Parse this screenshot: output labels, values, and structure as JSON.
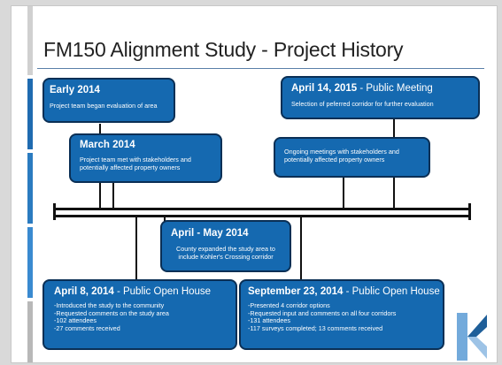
{
  "title": "FM150 Alignment Study - Project History",
  "colors": {
    "box_fill": "#1569b0",
    "box_border": "#0a2f55",
    "accent_bars": [
      "#1f6bb0",
      "#2b7bc0",
      "#3a8ad0",
      "#b0b0b0"
    ]
  },
  "boxes": {
    "early2014": {
      "heading": "Early 2014",
      "suffix": "",
      "lines": [
        "Project team began evaluation of area"
      ]
    },
    "apr2015": {
      "heading": "April 14, 2015",
      "suffix": " - Public Meeting",
      "lines": [
        "Selection of peferred corridor for further evaluation"
      ]
    },
    "mar2014": {
      "heading": "March 2014",
      "suffix": "",
      "lines": [
        "Project team met with stakeholders and",
        "potentially affected property owners"
      ]
    },
    "ongoing": {
      "heading": "",
      "suffix": "",
      "lines": [
        "Ongoing meetings with stakeholders and",
        "potentially affected property owners"
      ]
    },
    "aprmay2014": {
      "heading": "April - May 2014",
      "suffix": "",
      "lines": [
        "County expanded the study area to",
        "include Kohler's Crossing corridor"
      ]
    },
    "apr2014": {
      "heading": "April 8, 2014",
      "suffix": " - Public Open House",
      "lines": [
        "-Introduced the study to the community",
        "-Requested comments on the study area",
        "-102 attendees",
        "-27 comments received"
      ]
    },
    "sep2014": {
      "heading": "September 23, 2014",
      "suffix": " - Public Open House",
      "lines": [
        "-Presented 4 corridor options",
        "-Requested input and comments on all four corridors",
        "-131 attendees",
        "-117 surveys completed; 13 comments received"
      ]
    }
  }
}
